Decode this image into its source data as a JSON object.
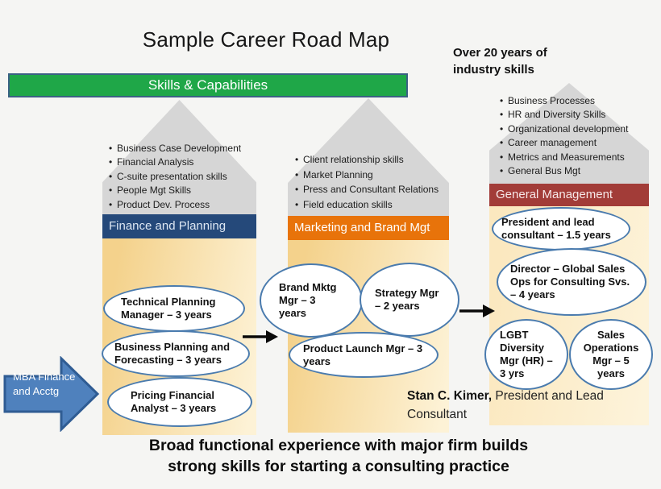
{
  "title": "Sample Career Road Map",
  "skills_banner": "Skills & Capabilities",
  "top_note": "Over 20 years of industry skills",
  "columns": [
    {
      "header": "Finance and Planning",
      "skills": [
        "Business Case Development",
        "Financial Analysis",
        "C-suite presentation skills",
        "People Mgt Skills",
        "Product Dev. Process"
      ],
      "roles": [
        "Technical Planning Manager – 3 years",
        "Business Planning and Forecasting – 3 years",
        "Pricing Financial Analyst – 3 years"
      ]
    },
    {
      "header": "Marketing and Brand Mgt",
      "skills": [
        "Client relationship skills",
        "Market Planning",
        "Press and Consultant Relations",
        "Field education skills"
      ],
      "roles": [
        "Brand Mktg Mgr – 3 years",
        "Strategy Mgr – 2 years",
        "Product Launch Mgr – 3 years"
      ]
    },
    {
      "header": "General Management",
      "skills": [
        "Business Processes",
        "HR and Diversity Skills",
        "Organizational development",
        "Career management",
        "Metrics and Measurements",
        "General Bus Mgt"
      ],
      "roles": [
        "President and lead consultant – 1.5 years",
        "Director – Global Sales Ops for Consulting Svs. – 4 years",
        "LGBT Diversity Mgr (HR) – 3 yrs",
        "Sales Operations Mgr – 5 years"
      ]
    }
  ],
  "entry_arrow_label": "MBA Finance and Acctg",
  "signature": {
    "name": "Stan C. Kimer,",
    "role": "President and Lead Consultant"
  },
  "footer_lines": [
    "Broad functional experience with major firm builds",
    "strong skills for starting a consulting practice"
  ],
  "colors": {
    "banner_green": "#1fa748",
    "finance_blue": "#25497a",
    "marketing_orange": "#e8730a",
    "management_red": "#a23c38",
    "oval_border": "#4a7bae",
    "entry_arrow_blue": "#4f81bd",
    "entry_arrow_border": "#2f5c93",
    "arrowhead_gray": "#d6d6d6",
    "flow_arrow_black": "#0a0a0a"
  }
}
